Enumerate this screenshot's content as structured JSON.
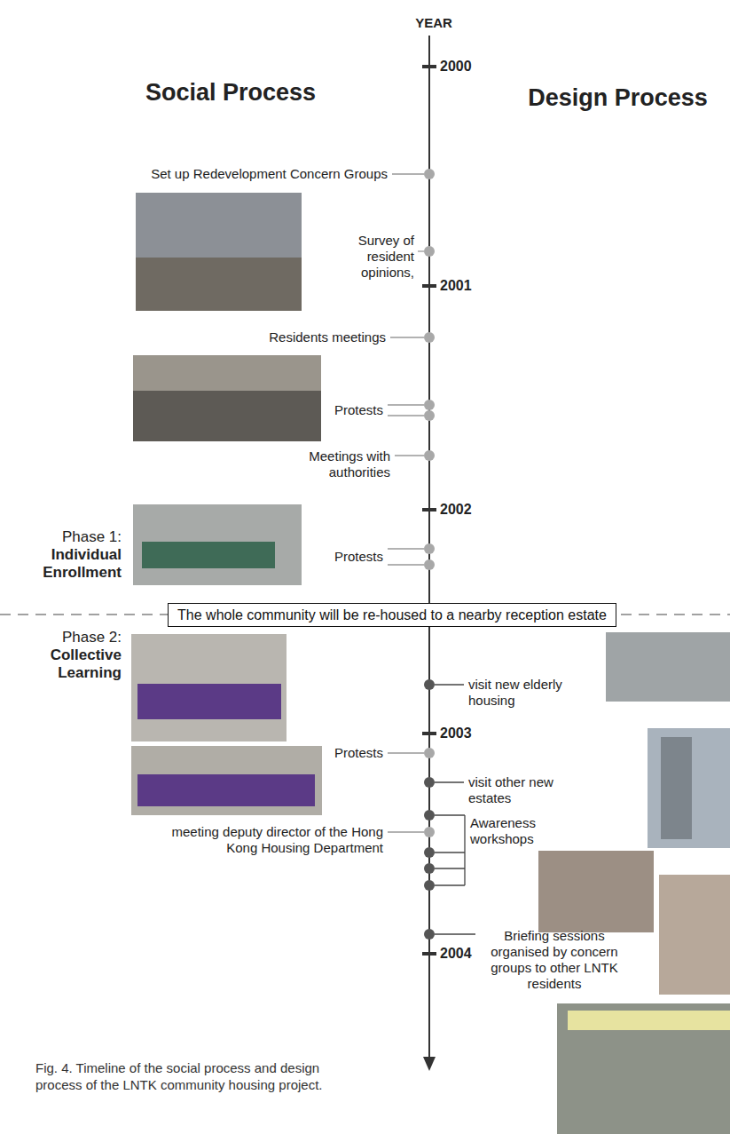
{
  "diagram": {
    "caption": "Fig. 4. Timeline of the social process and design process of the LNTK community housing project.",
    "nodes": [
      {
        "text": [
          "The whole community will be re-housed to a nearby reception estate"
        ]
      }
    ],
    "edges": [],
    "labels": [
      "YEAR",
      "2000",
      "2001",
      "2002",
      "2003",
      "2004",
      "Social Process",
      "Design Process",
      "Set up Redevelopment Concern Groups",
      "Survey of resident opinions,",
      "Residents meetings",
      "Protests",
      "Meetings with authorities",
      "Protests",
      "Phase 1:",
      "Individual Enrollment",
      "Phase 2:",
      "Collective Learning",
      "visit new elderly housing",
      "Protests",
      "visit other new estates",
      "Awareness workshops",
      "meeting deputy director of the Hong Kong Housing Department",
      "Briefing sessions organised by concern groups to other LNTK residents"
    ]
  }
}
